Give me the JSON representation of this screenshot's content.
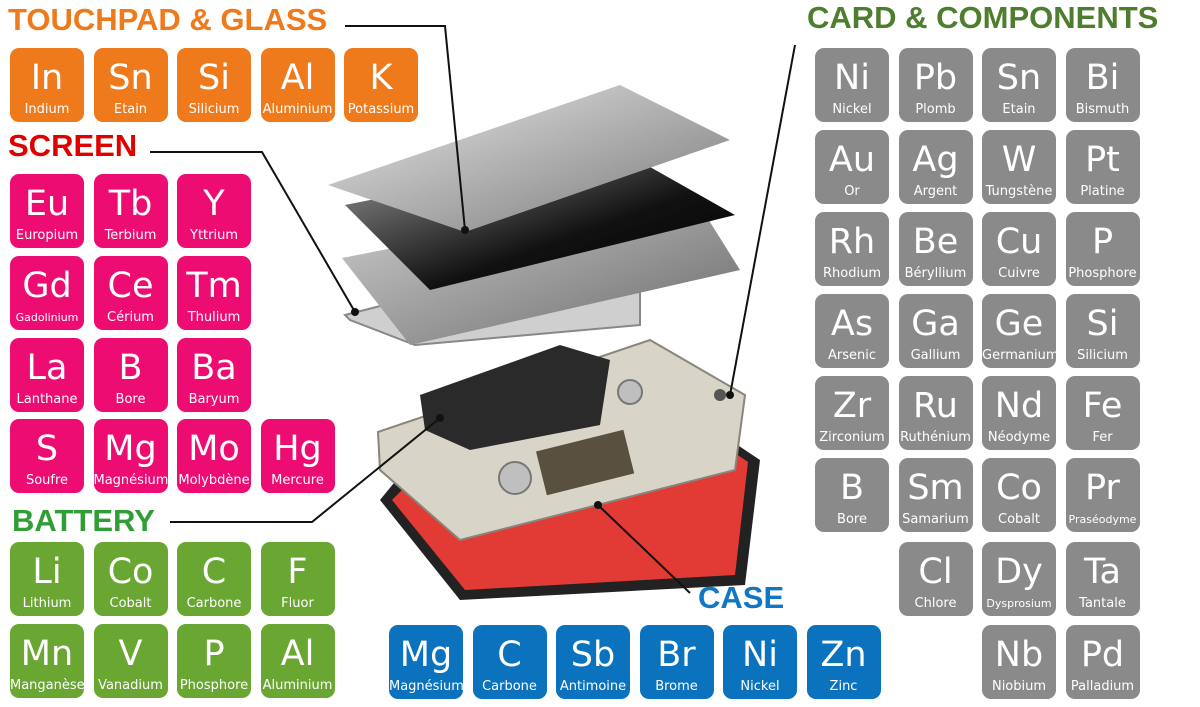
{
  "colors": {
    "orange": "#ee7a1c",
    "pink": "#ec0c72",
    "green": "#6aa632",
    "blue": "#0b72bd",
    "gray": "#8a8a8a",
    "screen_heading": "#e00000",
    "card_heading": "#4d7d2d",
    "case_heading": "#1176c4"
  },
  "headings": {
    "touchpad": "TOUCHPAD & GLASS",
    "screen": "SCREEN",
    "battery": "BATTERY",
    "card": "CARD & COMPONENTS",
    "case": "CASE"
  },
  "touchpad": [
    {
      "symbol": "In",
      "name": "Indium"
    },
    {
      "symbol": "Sn",
      "name": "Etain"
    },
    {
      "symbol": "Si",
      "name": "Silicium"
    },
    {
      "symbol": "Al",
      "name": "Aluminium"
    },
    {
      "symbol": "K",
      "name": "Potassium"
    }
  ],
  "screen": [
    {
      "symbol": "Eu",
      "name": "Europium"
    },
    {
      "symbol": "Tb",
      "name": "Terbium"
    },
    {
      "symbol": "Y",
      "name": "Yttrium"
    },
    {
      "symbol": "Gd",
      "name": "Gadolinium"
    },
    {
      "symbol": "Ce",
      "name": "Cérium"
    },
    {
      "symbol": "Tm",
      "name": "Thulium"
    },
    {
      "symbol": "La",
      "name": "Lanthane"
    },
    {
      "symbol": "B",
      "name": "Bore"
    },
    {
      "symbol": "Ba",
      "name": "Baryum"
    },
    {
      "symbol": "S",
      "name": "Soufre"
    },
    {
      "symbol": "Mg",
      "name": "Magnésium"
    },
    {
      "symbol": "Mo",
      "name": "Molybdène"
    },
    {
      "symbol": "Hg",
      "name": "Mercure"
    }
  ],
  "battery": [
    {
      "symbol": "Li",
      "name": "Lithium"
    },
    {
      "symbol": "Co",
      "name": "Cobalt"
    },
    {
      "symbol": "C",
      "name": "Carbone"
    },
    {
      "symbol": "F",
      "name": "Fluor"
    },
    {
      "symbol": "Mn",
      "name": "Manganèse"
    },
    {
      "symbol": "V",
      "name": "Vanadium"
    },
    {
      "symbol": "P",
      "name": "Phosphore"
    },
    {
      "symbol": "Al",
      "name": "Aluminium"
    }
  ],
  "case": [
    {
      "symbol": "Mg",
      "name": "Magnésium"
    },
    {
      "symbol": "C",
      "name": "Carbone"
    },
    {
      "symbol": "Sb",
      "name": "Antimoine"
    },
    {
      "symbol": "Br",
      "name": "Brome"
    },
    {
      "symbol": "Ni",
      "name": "Nickel"
    },
    {
      "symbol": "Zn",
      "name": "Zinc"
    }
  ],
  "card": [
    {
      "symbol": "Ni",
      "name": "Nickel"
    },
    {
      "symbol": "Pb",
      "name": "Plomb"
    },
    {
      "symbol": "Sn",
      "name": "Etain"
    },
    {
      "symbol": "Bi",
      "name": "Bismuth"
    },
    {
      "symbol": "Au",
      "name": "Or"
    },
    {
      "symbol": "Ag",
      "name": "Argent"
    },
    {
      "symbol": "W",
      "name": "Tungstène"
    },
    {
      "symbol": "Pt",
      "name": "Platine"
    },
    {
      "symbol": "Rh",
      "name": "Rhodium"
    },
    {
      "symbol": "Be",
      "name": "Béryllium"
    },
    {
      "symbol": "Cu",
      "name": "Cuivre"
    },
    {
      "symbol": "P",
      "name": "Phosphore"
    },
    {
      "symbol": "As",
      "name": "Arsenic"
    },
    {
      "symbol": "Ga",
      "name": "Gallium"
    },
    {
      "symbol": "Ge",
      "name": "Germanium"
    },
    {
      "symbol": "Si",
      "name": "Silicium"
    },
    {
      "symbol": "Zr",
      "name": "Zirconium"
    },
    {
      "symbol": "Ru",
      "name": "Ruthénium"
    },
    {
      "symbol": "Nd",
      "name": "Néodyme"
    },
    {
      "symbol": "Fe",
      "name": "Fer"
    },
    {
      "symbol": "B",
      "name": "Bore"
    },
    {
      "symbol": "Sm",
      "name": "Samarium"
    },
    {
      "symbol": "Co",
      "name": "Cobalt"
    },
    {
      "symbol": "Pr",
      "name": "Praséodyme"
    },
    {
      "symbol": "Cl",
      "name": "Chlore"
    },
    {
      "symbol": "Dy",
      "name": "Dysprosium"
    },
    {
      "symbol": "Ta",
      "name": "Tantale"
    },
    {
      "symbol": "Nb",
      "name": "Niobium"
    },
    {
      "symbol": "Pd",
      "name": "Palladium"
    }
  ]
}
